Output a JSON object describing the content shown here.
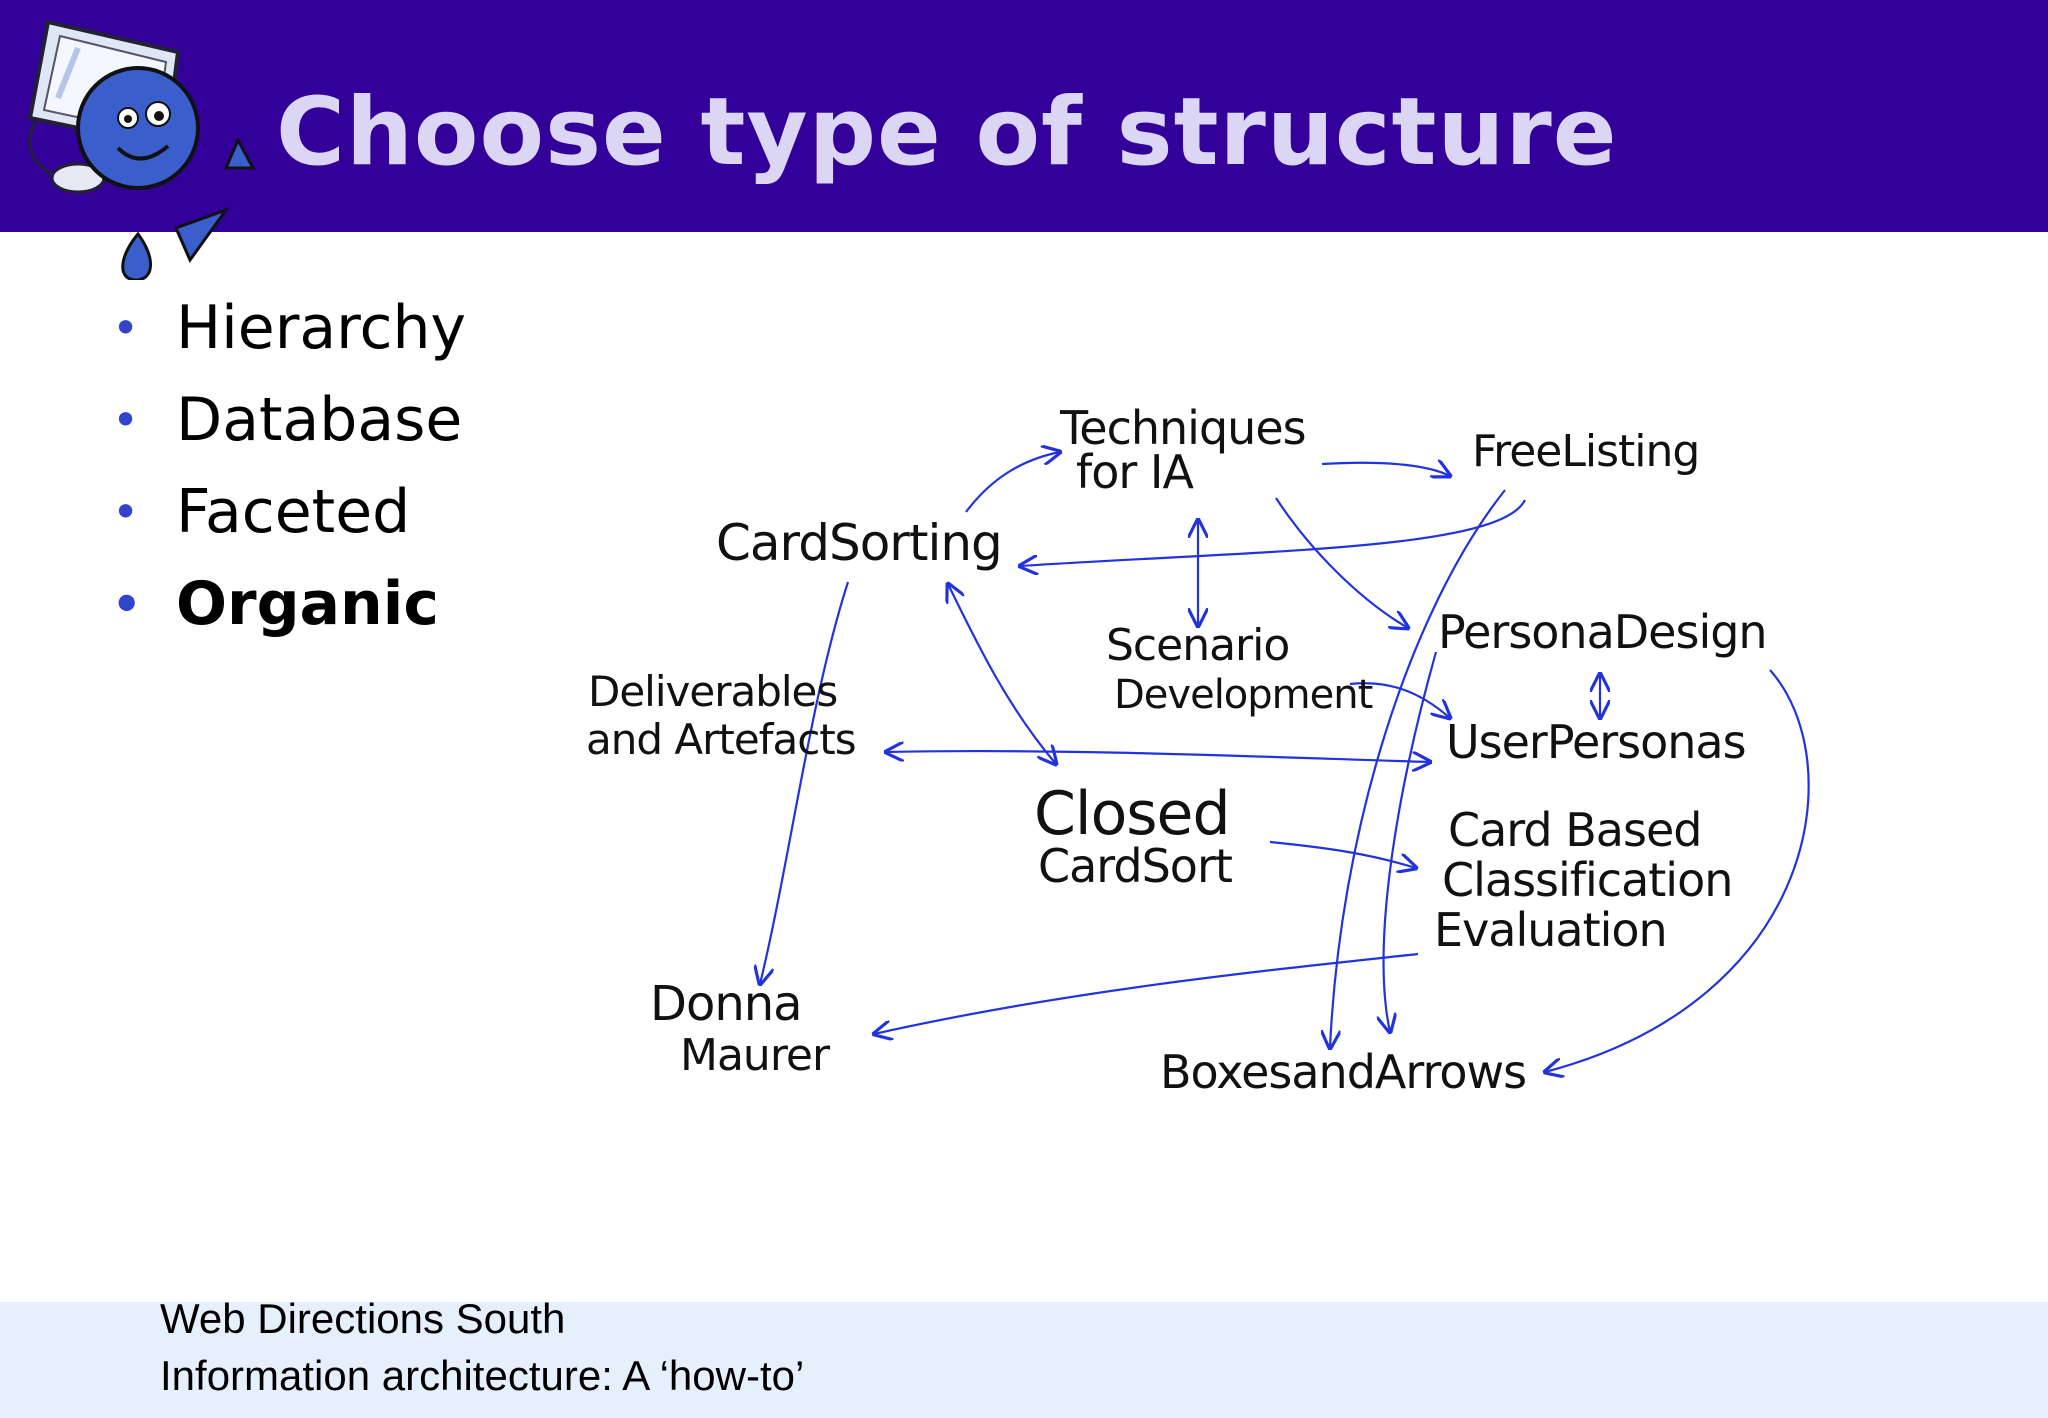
{
  "slide": {
    "title": "Choose type of structure",
    "header_color": "#330099",
    "mascot_icon": "computer-mascot-icon"
  },
  "bullets": [
    {
      "label": "Hierarchy",
      "bold": false
    },
    {
      "label": "Database",
      "bold": false
    },
    {
      "label": "Faceted",
      "bold": false
    },
    {
      "label": "Organic",
      "bold": true
    }
  ],
  "diagram": {
    "arrow_color": "#2233dd",
    "nodes": {
      "techniques": [
        "Techniques",
        "for IA"
      ],
      "free_listing": "FreeListing",
      "card_sorting": "CardSorting",
      "scenario": [
        "Scenario",
        "Development"
      ],
      "persona_design": "PersonaDesign",
      "deliverables": [
        "Deliverables",
        "and Artefacts"
      ],
      "user_personas": "UserPersonas",
      "closed_card_sort": [
        "Closed",
        "CardSort"
      ],
      "card_based": [
        "Card Based",
        "Classification",
        "Evaluation"
      ],
      "donna_maurer": [
        "Donna",
        "Maurer"
      ],
      "boxes_arrows": "BoxesandArrows"
    }
  },
  "footer": {
    "line1": "Web Directions South",
    "line2": "Information architecture: A ‘how-to’"
  }
}
